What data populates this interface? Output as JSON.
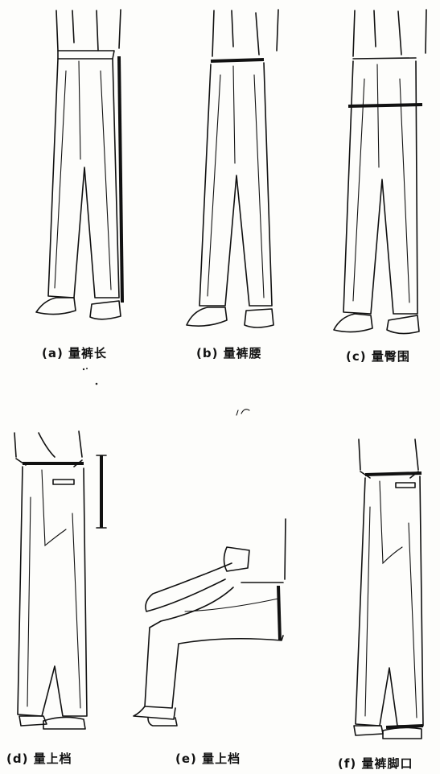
{
  "figures": [
    {
      "id": "a",
      "caption": "(a) 量裤长"
    },
    {
      "id": "b",
      "caption": "(b) 量裤腰"
    },
    {
      "id": "c",
      "caption": "(c) 量臀围"
    },
    {
      "id": "d",
      "caption": "(d) 量上档"
    },
    {
      "id": "e",
      "caption": "(e) 量上档"
    },
    {
      "id": "f",
      "caption": "(f) 量裤脚口"
    }
  ]
}
